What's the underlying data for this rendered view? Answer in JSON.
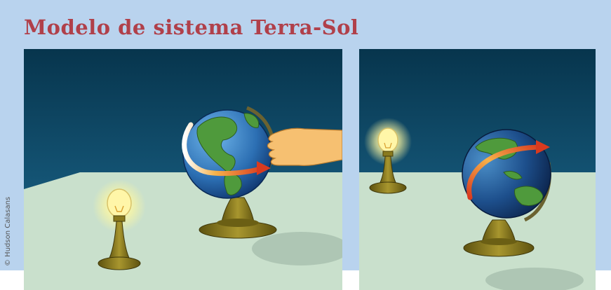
{
  "title": "Modelo de sistema Terra-Sol",
  "credit": "© Hudson Calasans",
  "panels": [
    {
      "name": "globe-rotating-by-hand"
    },
    {
      "name": "globe-tilted-beside-lamp"
    }
  ],
  "colors": {
    "header_band": "#b9d3ee",
    "title": "#b0404a",
    "sky_top": "#07354d",
    "sky_bottom": "#1e6d94",
    "table": "#c9e0cc",
    "ocean": "#2c6fb3",
    "land": "#4f9a3c",
    "brass": "#8a7a1e",
    "arrow": "#d94a1f"
  }
}
